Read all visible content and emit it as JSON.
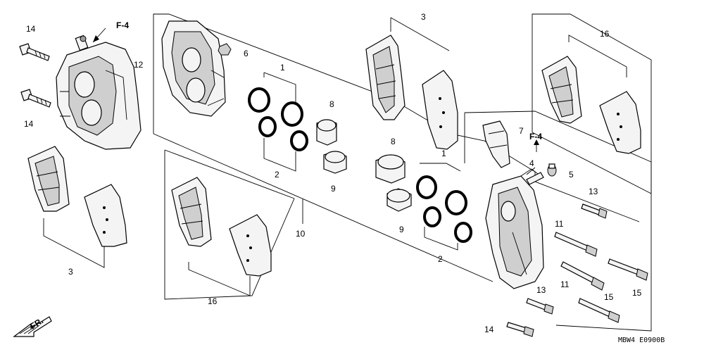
{
  "labels": {
    "p1a": "1",
    "p1b": "1",
    "p2a": "2",
    "p2b": "2",
    "p3a": "3",
    "p3b": "3",
    "p4": "4",
    "p5": "5",
    "p6": "6",
    "p7": "7",
    "p8a": "8",
    "p8b": "8",
    "p9a": "9",
    "p9b": "9",
    "p10": "10",
    "p11a": "11",
    "p11b": "11",
    "p12": "12",
    "p13a": "13",
    "p13b": "13",
    "p14a": "14",
    "p14b": "14",
    "p14c": "14",
    "p15a": "15",
    "p15b": "15",
    "p16a": "16",
    "p16b": "16",
    "f4a": "F-4",
    "f4b": "F-4",
    "fr": "FR.",
    "ref": "MBW4 E0900B"
  }
}
